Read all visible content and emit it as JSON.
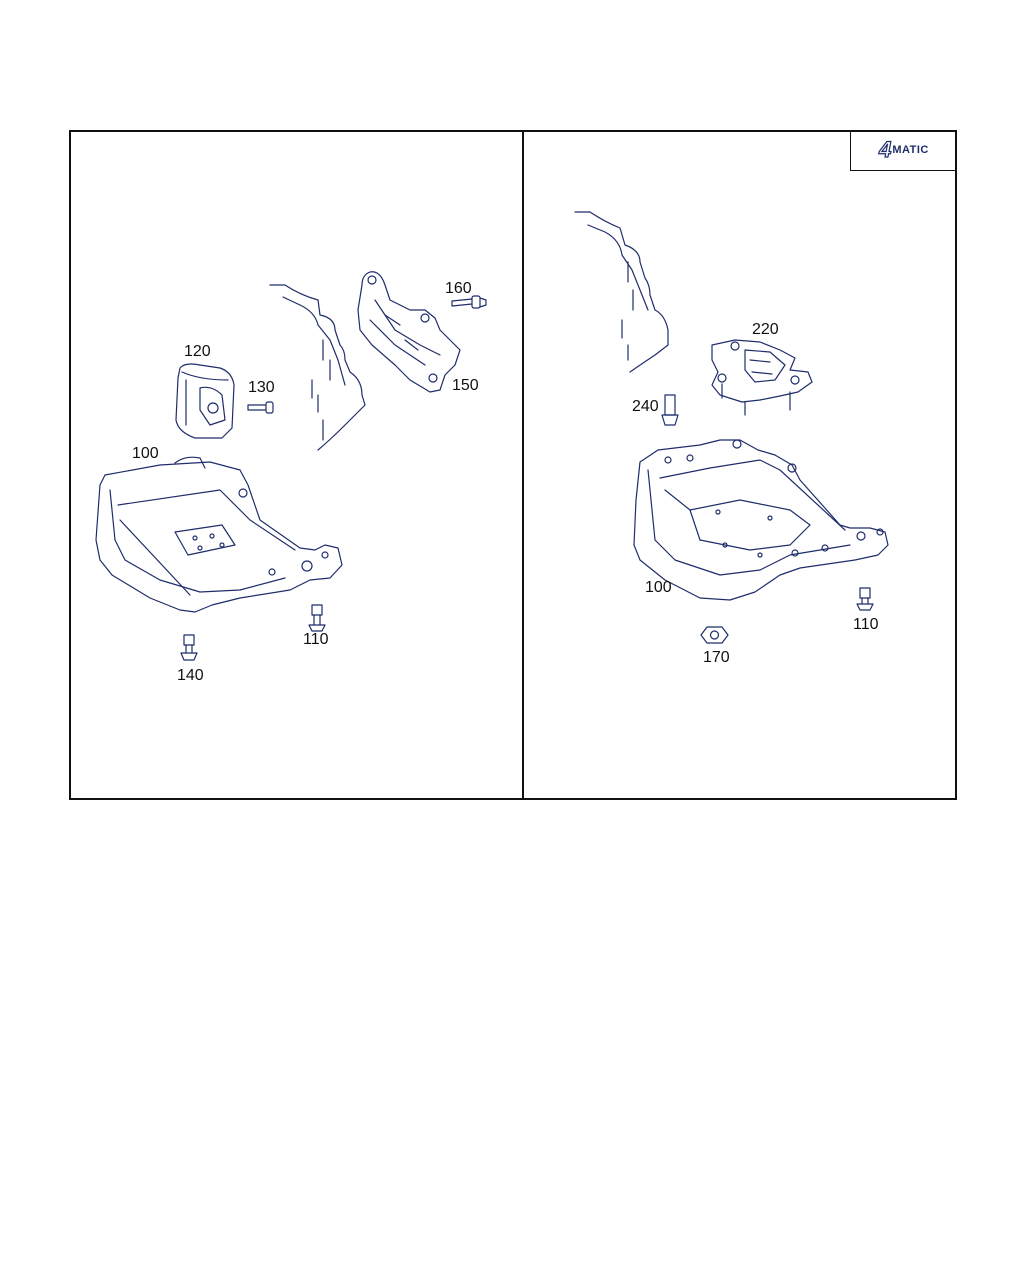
{
  "badge": {
    "four": "4",
    "matic": "MATIC"
  },
  "left_panel": {
    "labels": {
      "l120": "120",
      "l130": "130",
      "l160": "160",
      "l150": "150",
      "l100": "100",
      "l110": "110",
      "l140": "140"
    }
  },
  "right_panel": {
    "labels": {
      "l220": "220",
      "l240": "240",
      "l100": "100",
      "l110": "110",
      "l170": "170"
    }
  },
  "colors": {
    "line": "#1f2d6b",
    "frame": "#111111",
    "background": "#ffffff"
  }
}
